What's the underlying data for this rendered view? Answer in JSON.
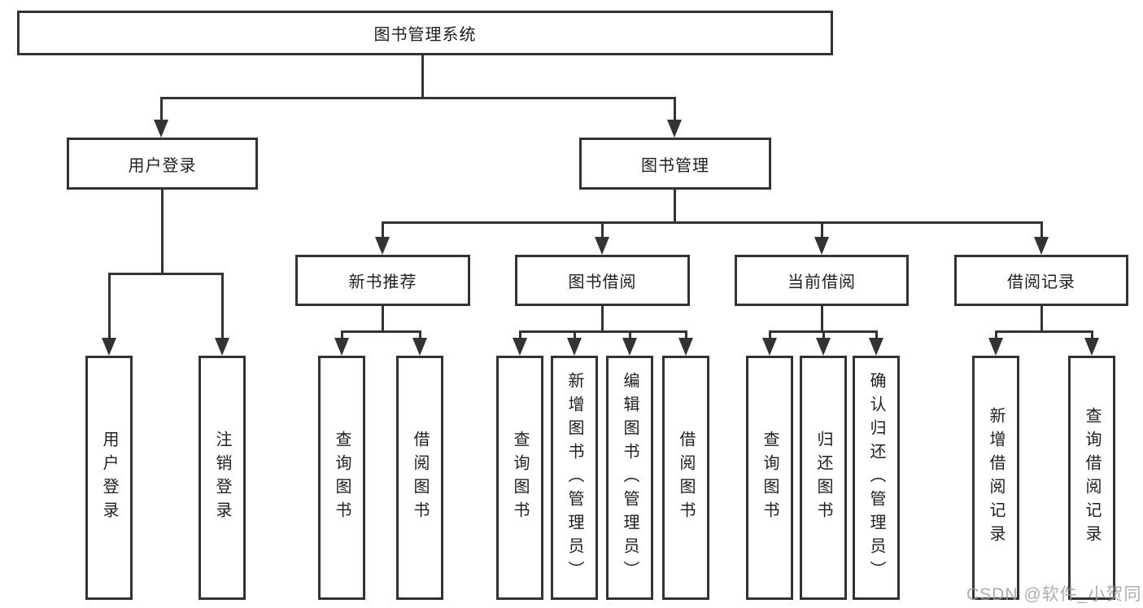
{
  "diagram": {
    "root": {
      "label": "图书管理系统"
    },
    "level1": [
      {
        "label": "用户登录"
      },
      {
        "label": "图书管理"
      }
    ],
    "level2": [
      {
        "label": "新书推荐"
      },
      {
        "label": "图书借阅"
      },
      {
        "label": "当前借阅"
      },
      {
        "label": "借阅记录"
      }
    ],
    "leaves": {
      "user_login": [
        "用户登录",
        "注销登录"
      ],
      "new_book": [
        "查询图书",
        "借阅图书"
      ],
      "book_borrow": [
        "查询图书",
        "新增图书（管理员）",
        "编辑图书（管理员）",
        "借阅图书"
      ],
      "current_borrow": [
        "查询图书",
        "归还图书",
        "确认归还（管理员）"
      ],
      "borrow_record": [
        "新增借阅记录",
        "查询借阅记录"
      ]
    }
  },
  "colors": {
    "line": "#333333",
    "text": "#1f1f1f",
    "watermark": "#9e9e9e",
    "background": "#ffffff"
  },
  "watermark": "CSDN @软件_小贺同学"
}
